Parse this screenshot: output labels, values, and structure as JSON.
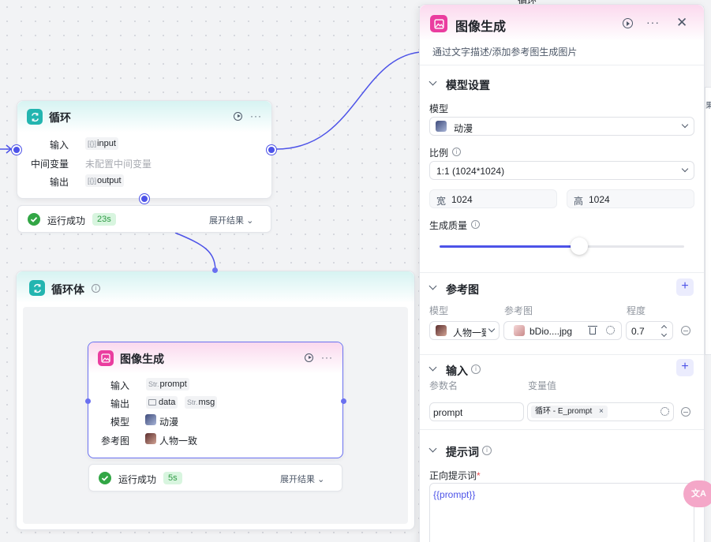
{
  "loop_node": {
    "title": "循环",
    "rows": [
      {
        "label": "输入",
        "tag_prefix": "[{}]",
        "value": "input"
      },
      {
        "label": "中间变量",
        "value": "未配置中间变量"
      },
      {
        "label": "输出",
        "tag_prefix": "[{}]",
        "value": "output"
      }
    ],
    "status": {
      "text": "运行成功",
      "time": "23s",
      "expand": "展开结果"
    }
  },
  "loop_body": {
    "title": "循环体"
  },
  "image_node": {
    "title": "图像生成",
    "input_label": "输入",
    "input_tags": [
      {
        "prefix": "Str.",
        "value": "prompt"
      }
    ],
    "output_label": "输出",
    "output_tags": [
      {
        "prefix": "",
        "value": "data"
      },
      {
        "prefix": "Str.",
        "value": "msg"
      }
    ],
    "model_label": "模型",
    "model_value": "动漫",
    "ref_label": "参考图",
    "ref_value": "人物一致",
    "status": {
      "text": "运行成功",
      "time": "5s",
      "expand": "展开结果"
    }
  },
  "panel": {
    "title": "图像生成",
    "description": "通过文字描述/添加参考图生成图片",
    "model_settings": {
      "title": "模型设置",
      "model_label": "模型",
      "model_value": "动漫",
      "ratio_label": "比例",
      "ratio_value": "1:1 (1024*1024)",
      "width_label": "宽",
      "width_value": "1024",
      "height_label": "高",
      "height_value": "1024",
      "quality_label": "生成质量",
      "quality_fraction": 0.57
    },
    "reference": {
      "title": "参考图",
      "col_model": "模型",
      "col_image": "参考图",
      "col_degree": "程度",
      "model_value": "人物一致",
      "image_value": "bDio....jpg",
      "degree_value": "0.7"
    },
    "inputs": {
      "title": "输入",
      "col_param": "参数名",
      "col_value": "变量值",
      "param_value": "prompt",
      "var_value": "循环 - E_prompt"
    },
    "prompt": {
      "title": "提示词",
      "positive_label": "正向提示词",
      "required_mark": "*",
      "positive_value": "{{prompt}}"
    }
  },
  "peek": {
    "top": "循环",
    "right_char": "果"
  },
  "colors": {
    "accent": "#4d53e8",
    "teal": "#23b5b0",
    "pink": "#ea3d9f",
    "success": "#32a645"
  }
}
